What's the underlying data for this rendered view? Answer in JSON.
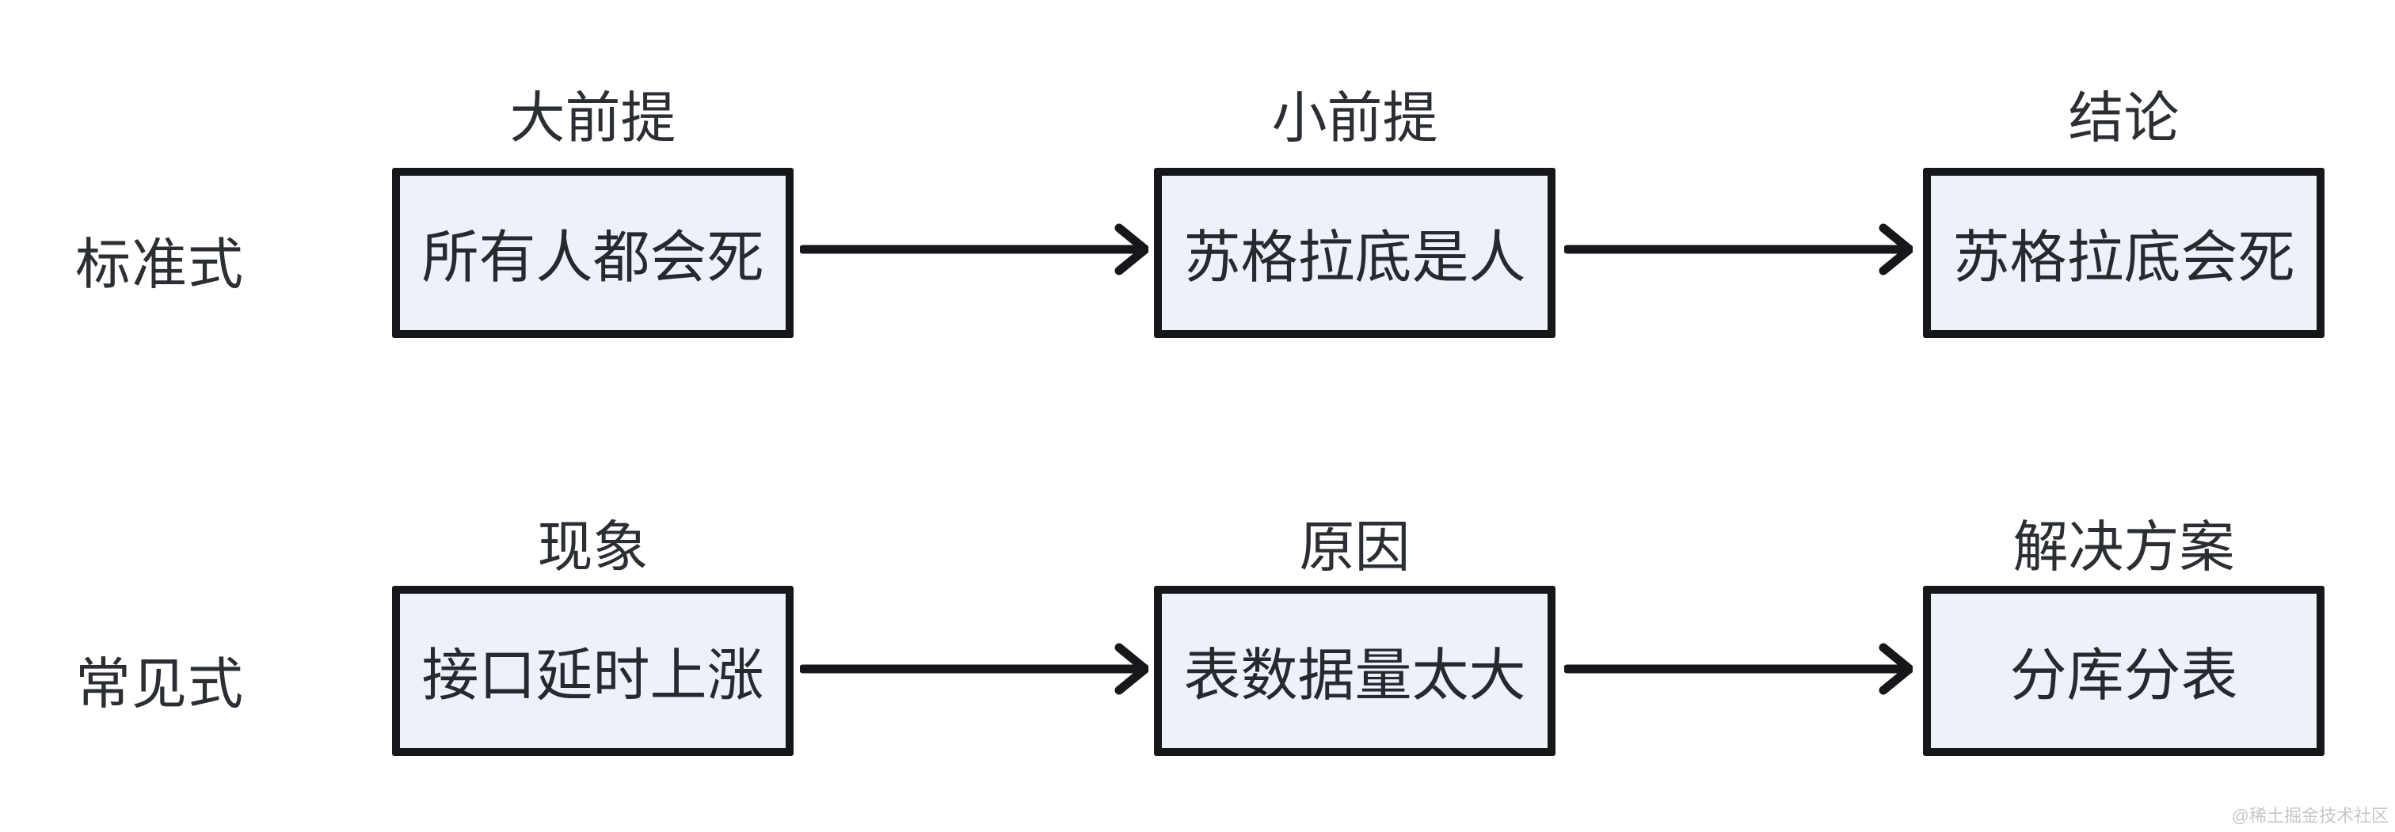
{
  "diagram": {
    "rows": [
      {
        "row_label": "标准式",
        "steps": [
          {
            "label": "大前提",
            "text": "所有人都会死"
          },
          {
            "label": "小前提",
            "text": "苏格拉底是人"
          },
          {
            "label": "结论",
            "text": "苏格拉底会死"
          }
        ]
      },
      {
        "row_label": "常见式",
        "steps": [
          {
            "label": "现象",
            "text": "接口延时上涨"
          },
          {
            "label": "原因",
            "text": "表数据量太大"
          },
          {
            "label": "解决方案",
            "text": "分库分表"
          }
        ]
      }
    ]
  },
  "watermark": "@稀土掘金技术社区",
  "colors": {
    "background": "#ffffff",
    "box_fill": "#eef1f8",
    "box_border": "#15171b",
    "text": "#2b2f34",
    "watermark": "#c7c7c7"
  }
}
